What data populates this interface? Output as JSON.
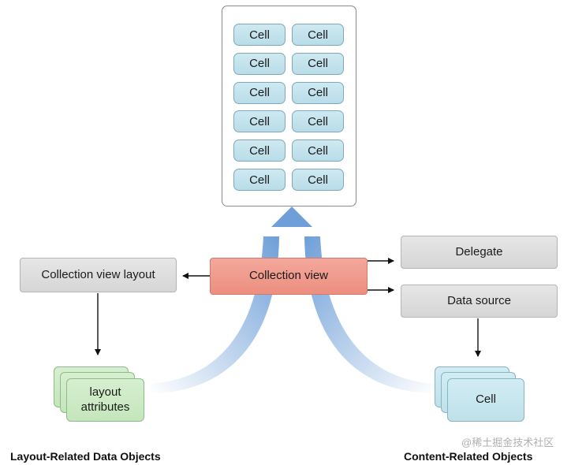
{
  "diagram": {
    "cell_label": "Cell",
    "collection_view": "Collection view",
    "layout": "Collection view layout",
    "delegate": "Delegate",
    "data_source": "Data source",
    "layout_attributes": "layout attributes",
    "content_cell": "Cell",
    "layout_caption": "Layout-Related Data Objects",
    "content_caption": "Content-Related Objects",
    "watermark": "@稀土掘金技术社区"
  },
  "grid": {
    "rows": 6,
    "columns": 2
  },
  "colors": {
    "collection_view": "#ec8f80",
    "gray_box": "#d6d6d6",
    "cell": "#b8dde8",
    "layout_attributes": "#c4e6bc",
    "flow_arrow": "#6f9fd8"
  }
}
